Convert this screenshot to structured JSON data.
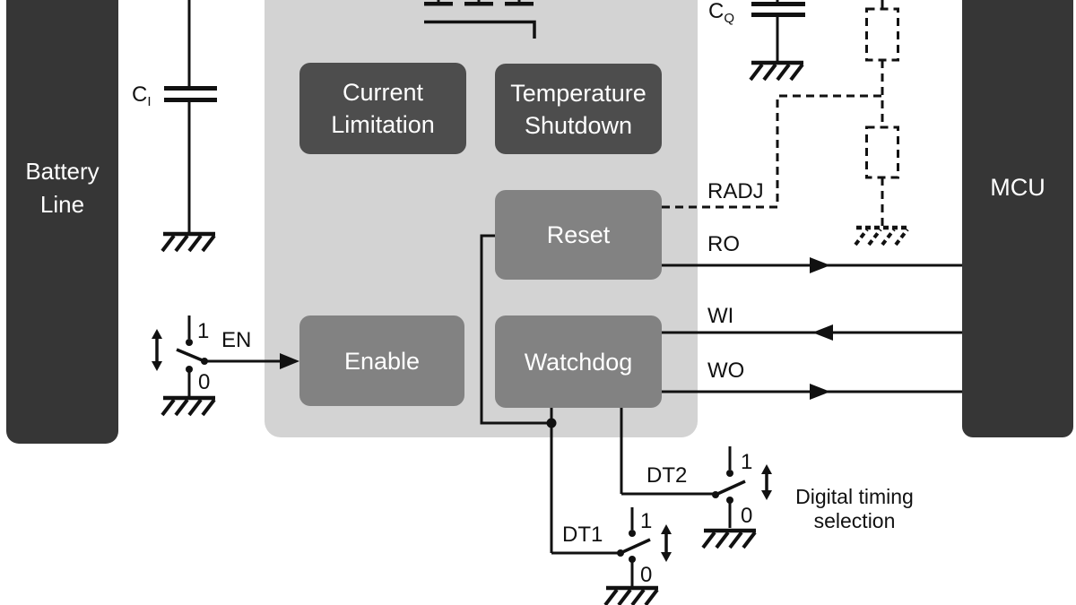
{
  "diagram": {
    "battery_block": {
      "line1": "Battery",
      "line2": "Line"
    },
    "mcu_block": {
      "label": "MCU"
    },
    "ic_blocks": {
      "current_limitation": {
        "line1": "Current",
        "line2": "Limitation"
      },
      "temperature_shutdown": {
        "line1": "Temperature",
        "line2": "Shutdown"
      },
      "reset": {
        "label": "Reset"
      },
      "enable": {
        "label": "Enable"
      },
      "watchdog": {
        "label": "Watchdog"
      }
    },
    "signals": {
      "radj": "RADJ",
      "ro": "RO",
      "wi": "WI",
      "wo": "WO",
      "en": "EN",
      "dt1": "DT1",
      "dt2": "DT2"
    },
    "capacitors": {
      "ci": {
        "name": "C",
        "sub": "I"
      },
      "cq": {
        "name": "C",
        "sub": "Q"
      }
    },
    "switches": {
      "pos_high": "1",
      "pos_low": "0"
    },
    "annotations": {
      "digital_timing_line1": "Digital timing",
      "digital_timing_line2": "selection"
    },
    "colors": {
      "background": "#ffffff",
      "dark_block": "#363636",
      "ic_panel": "#d3d3d3",
      "inner_block_dark": "#4d4d4d",
      "inner_block_medium": "#828282",
      "wire": "#111111",
      "block_text": "#ffffff"
    }
  }
}
